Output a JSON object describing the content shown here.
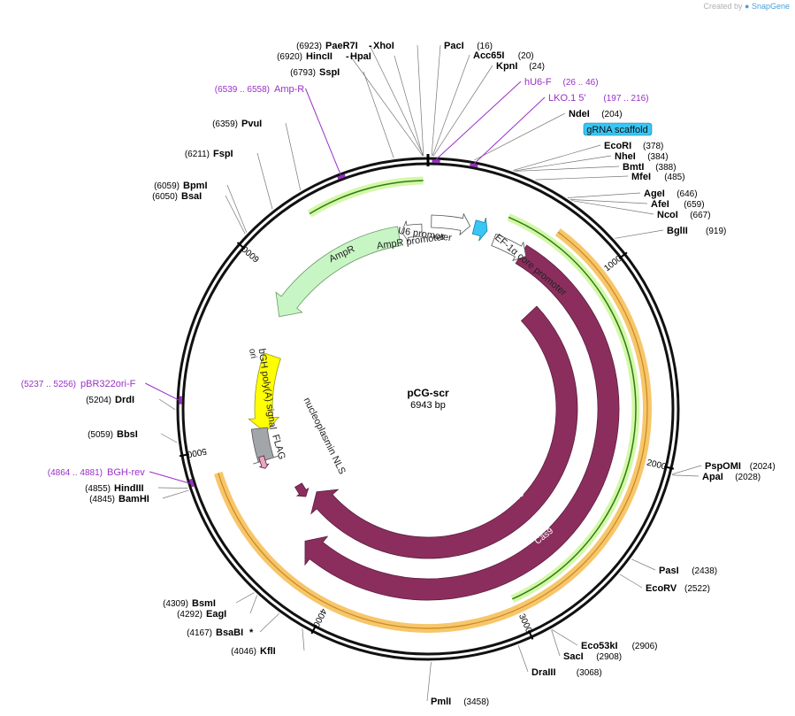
{
  "credit": {
    "prefix": "Created by",
    "brand": "SnapGene"
  },
  "plasmid": {
    "name": "pCG-scr",
    "size": "6943 bp"
  },
  "ticks": [
    "1000",
    "2000",
    "3000",
    "4000",
    "5000",
    "6000"
  ],
  "sites": [
    {
      "name": "PaeR7I",
      "pos": "(6923)"
    },
    {
      "name": "XhoI",
      "pos": ""
    },
    {
      "name": "HincII",
      "pos": "(6920)"
    },
    {
      "name": "HpaI",
      "pos": ""
    },
    {
      "name": "SspI",
      "pos": "(6793)"
    },
    {
      "name": "PvuI",
      "pos": "(6359)"
    },
    {
      "name": "FspI",
      "pos": "(6211)"
    },
    {
      "name": "BpmI",
      "pos": "(6059)"
    },
    {
      "name": "BsaI",
      "pos": "(6050)"
    },
    {
      "name": "DrdI",
      "pos": "(5204)"
    },
    {
      "name": "BbsI",
      "pos": "(5059)"
    },
    {
      "name": "HindIII",
      "pos": "(4855)"
    },
    {
      "name": "BamHI",
      "pos": "(4845)"
    },
    {
      "name": "BsmI",
      "pos": "(4309)"
    },
    {
      "name": "EagI",
      "pos": "(4292)"
    },
    {
      "name": "BsaBI",
      "pos": "(4167)",
      "mark": "*"
    },
    {
      "name": "KflI",
      "pos": "(4046)"
    },
    {
      "name": "PmlI",
      "pos": "(3458)"
    },
    {
      "name": "DraIII",
      "pos": "(3068)"
    },
    {
      "name": "SacI",
      "pos": "(2908)"
    },
    {
      "name": "Eco53kI",
      "pos": "(2906)"
    },
    {
      "name": "EcoRV",
      "pos": "(2522)"
    },
    {
      "name": "PasI",
      "pos": "(2438)"
    },
    {
      "name": "ApaI",
      "pos": "(2028)"
    },
    {
      "name": "PspOMI",
      "pos": "(2024)"
    },
    {
      "name": "BglII",
      "pos": "(919)"
    },
    {
      "name": "NcoI",
      "pos": "(667)"
    },
    {
      "name": "AfeI",
      "pos": "(659)"
    },
    {
      "name": "AgeI",
      "pos": "(646)"
    },
    {
      "name": "MfeI",
      "pos": "(485)"
    },
    {
      "name": "BmtI",
      "pos": "(388)"
    },
    {
      "name": "NheI",
      "pos": "(384)"
    },
    {
      "name": "EcoRI",
      "pos": "(378)"
    },
    {
      "name": "NdeI",
      "pos": "(204)"
    },
    {
      "name": "KpnI",
      "pos": "(24)"
    },
    {
      "name": "Acc65I",
      "pos": "(20)"
    },
    {
      "name": "PacI",
      "pos": "(16)"
    }
  ],
  "primers": [
    {
      "name": "Amp-R",
      "pos": "(6539 .. 6558)"
    },
    {
      "name": "hU6-F",
      "pos": "(26 .. 46)"
    },
    {
      "name": "LKO.1 5'",
      "pos": "(197 .. 216)"
    },
    {
      "name": "pBR322ori-F",
      "pos": "(5237 .. 5256)"
    },
    {
      "name": "BGH-rev",
      "pos": "(4864 .. 4881)"
    }
  ],
  "features": {
    "grna": "gRNA scaffold",
    "u6": "U6 promoter",
    "ampr_promoter": "AmpR promoter",
    "ampr": "AmpR",
    "ef1a": "EF-1α core promoter",
    "ori": "ori",
    "bgh": "bGH poly(A) signal",
    "flag": "FLAG",
    "nls": "nucleoplasmin NLS",
    "cas9_inner": "Cas9",
    "cas9_outer": "Cas9"
  },
  "colors": {
    "cas9": "#8b2e5e",
    "ampr": "#c7f5c4",
    "ori": "#ffff00",
    "grna": "#38c6f4",
    "bgh": "#a2a6ab",
    "primer": "#9a2fc7",
    "orange_band": "#f7c66b",
    "green_band": "#d4f7a8",
    "green_arrow": "#2d7d14"
  }
}
